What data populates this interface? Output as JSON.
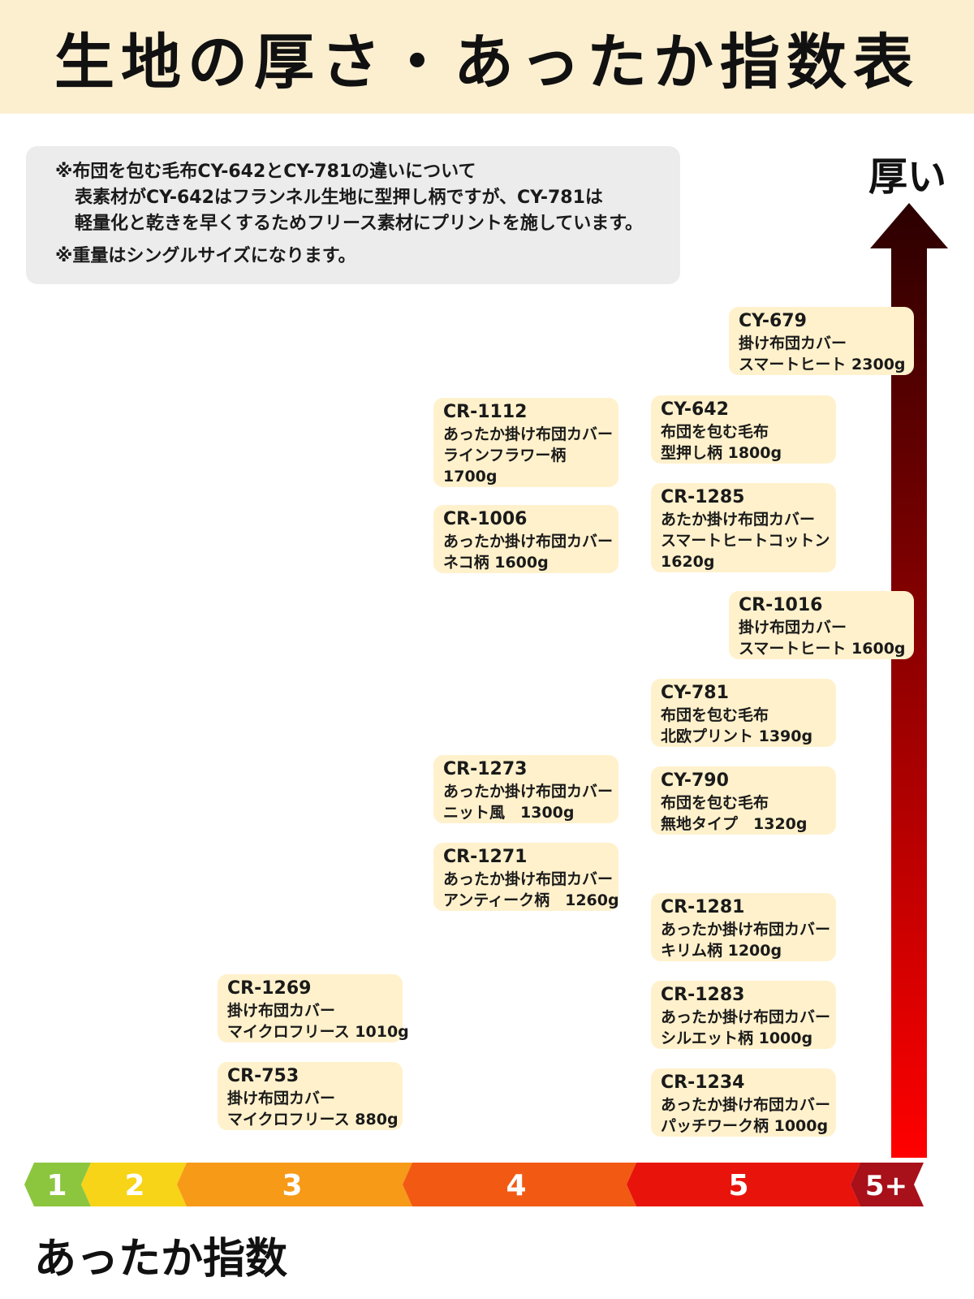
{
  "title": "生地の厚さ・あったか指数表",
  "notes": {
    "line1": "※布団を包む毛布CY-642とCY-781の違いについて",
    "line2": "表素材がCY-642はフランネル生地に型押し柄ですが、CY-781は",
    "line3": "軽量化と乾きを早くするためフリース素材にプリントを施しています。",
    "line4": "※重量はシングルサイズになります。"
  },
  "arrow_label": "厚い",
  "axis_title": "あったか指数",
  "scale": [
    {
      "label": "1",
      "color": "#8cc63f"
    },
    {
      "label": "2",
      "color": "#f7d417"
    },
    {
      "label": "3",
      "color": "#f79a18"
    },
    {
      "label": "4",
      "color": "#f25a14"
    },
    {
      "label": "5",
      "color": "#e8140c"
    },
    {
      "label": "5+",
      "color": "#a8101a"
    }
  ],
  "colors": {
    "card_bg": "#fff1cc",
    "arrow_top": "#2b0000",
    "arrow_bottom": "#ff0000",
    "header_bg": "#fbefd0"
  },
  "products": [
    {
      "code": "CY-679",
      "lines": [
        "掛け布団カバー",
        "スマートヒート 2300g"
      ]
    },
    {
      "code": "CR-1112",
      "lines": [
        "あったか掛け布団カバー",
        "ラインフラワー柄",
        "1700g"
      ]
    },
    {
      "code": "CY-642",
      "lines": [
        "布団を包む毛布",
        "型押し柄 1800g"
      ]
    },
    {
      "code": "CR-1006",
      "lines": [
        "あったか掛け布団カバー",
        "ネコ柄 1600g"
      ]
    },
    {
      "code": "CR-1285",
      "lines": [
        "あたか掛け布団カバー",
        "スマートヒートコットン",
        "1620g"
      ]
    },
    {
      "code": "CR-1016",
      "lines": [
        "掛け布団カバー",
        "スマートヒート 1600g"
      ]
    },
    {
      "code": "CY-781",
      "lines": [
        "布団を包む毛布",
        "北欧プリント 1390g"
      ]
    },
    {
      "code": "CR-1273",
      "lines": [
        "あったか掛け布団カバー",
        "ニット風　1300g"
      ]
    },
    {
      "code": "CY-790",
      "lines": [
        "布団を包む毛布",
        "無地タイプ　1320g"
      ]
    },
    {
      "code": "CR-1271",
      "lines": [
        "あったか掛け布団カバー",
        "アンティーク柄　1260g"
      ]
    },
    {
      "code": "CR-1281",
      "lines": [
        "あったか掛け布団カバー",
        "キリム柄 1200g"
      ]
    },
    {
      "code": "CR-1269",
      "lines": [
        "掛け布団カバー",
        "マイクロフリース 1010g"
      ]
    },
    {
      "code": "CR-1283",
      "lines": [
        "あったか掛け布団カバー",
        "シルエット柄 1000g"
      ]
    },
    {
      "code": "CR-753",
      "lines": [
        "掛け布団カバー",
        "マイクロフリース 880g"
      ]
    },
    {
      "code": "CR-1234",
      "lines": [
        "あったか掛け布団カバー",
        "パッチワーク柄 1000g"
      ]
    }
  ]
}
